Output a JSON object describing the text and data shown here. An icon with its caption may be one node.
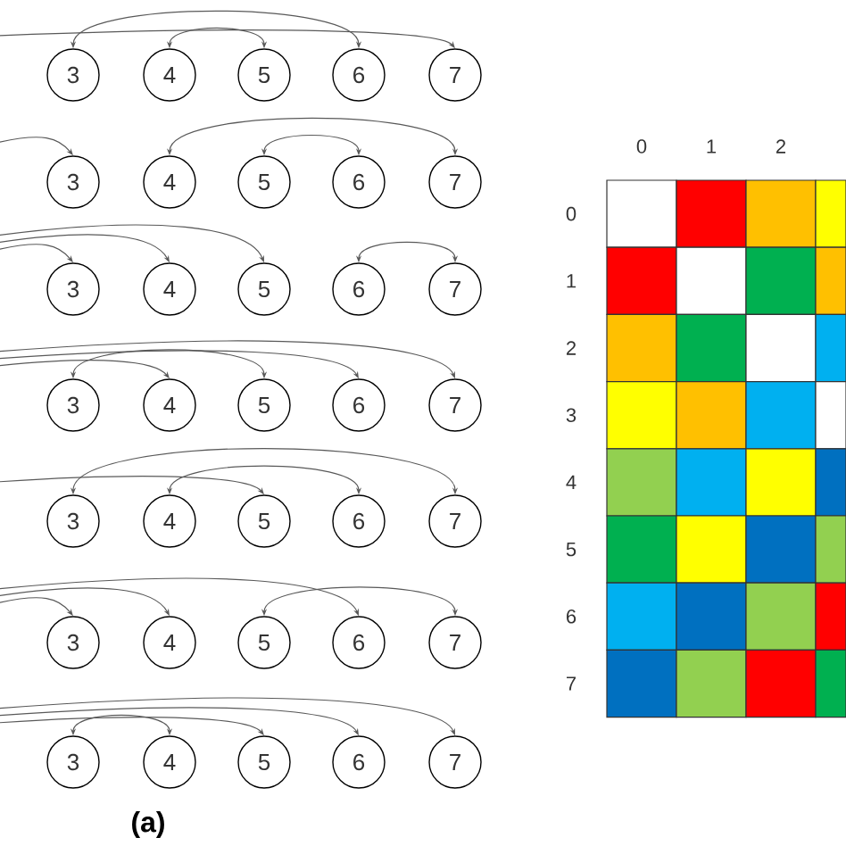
{
  "diagram": {
    "nodes": [
      {
        "text": [
          "3"
        ]
      },
      {
        "text": [
          "4"
        ]
      },
      {
        "text": [
          "5"
        ]
      },
      {
        "text": [
          "6"
        ]
      },
      {
        "text": [
          "7"
        ]
      },
      {
        "text": [
          "3"
        ]
      },
      {
        "text": [
          "4"
        ]
      },
      {
        "text": [
          "5"
        ]
      },
      {
        "text": [
          "6"
        ]
      },
      {
        "text": [
          "7"
        ]
      },
      {
        "text": [
          "3"
        ]
      },
      {
        "text": [
          "4"
        ]
      },
      {
        "text": [
          "5"
        ]
      },
      {
        "text": [
          "6"
        ]
      },
      {
        "text": [
          "7"
        ]
      },
      {
        "text": [
          "3"
        ]
      },
      {
        "text": [
          "4"
        ]
      },
      {
        "text": [
          "5"
        ]
      },
      {
        "text": [
          "6"
        ]
      },
      {
        "text": [
          "7"
        ]
      },
      {
        "text": [
          "3"
        ]
      },
      {
        "text": [
          "4"
        ]
      },
      {
        "text": [
          "5"
        ]
      },
      {
        "text": [
          "6"
        ]
      },
      {
        "text": [
          "7"
        ]
      },
      {
        "text": [
          "3"
        ]
      },
      {
        "text": [
          "4"
        ]
      },
      {
        "text": [
          "5"
        ]
      },
      {
        "text": [
          "6"
        ]
      },
      {
        "text": [
          "7"
        ]
      },
      {
        "text": [
          "3"
        ]
      },
      {
        "text": [
          "4"
        ]
      },
      {
        "text": [
          "5"
        ]
      },
      {
        "text": [
          "6"
        ]
      },
      {
        "text": [
          "7"
        ]
      }
    ],
    "edges": [
      {
        "from": 0,
        "to": 3,
        "arrow": "both"
      },
      {
        "from": 1,
        "to": 2,
        "arrow": "both"
      },
      {
        "from": null,
        "to": 4,
        "arrow": "to"
      },
      {
        "from": null,
        "to": 5,
        "arrow": "to"
      },
      {
        "from": 6,
        "to": 9,
        "arrow": "both"
      },
      {
        "from": 7,
        "to": 8,
        "arrow": "both"
      },
      {
        "from": null,
        "to": 10,
        "arrow": "to"
      },
      {
        "from": null,
        "to": 11,
        "arrow": "to"
      },
      {
        "from": null,
        "to": 12,
        "arrow": "to"
      },
      {
        "from": 13,
        "to": 14,
        "arrow": "both"
      },
      {
        "from": 15,
        "to": 17,
        "arrow": "both"
      },
      {
        "from": null,
        "to": 16,
        "arrow": "to"
      },
      {
        "from": null,
        "to": 18,
        "arrow": "to"
      },
      {
        "from": null,
        "to": 19,
        "arrow": "to"
      },
      {
        "from": 20,
        "to": 24,
        "arrow": "both"
      },
      {
        "from": 21,
        "to": 23,
        "arrow": "both"
      },
      {
        "from": null,
        "to": 22,
        "arrow": "to"
      },
      {
        "from": null,
        "to": 25,
        "arrow": "to"
      },
      {
        "from": null,
        "to": 26,
        "arrow": "to"
      },
      {
        "from": null,
        "to": 28,
        "arrow": "to"
      },
      {
        "from": 27,
        "to": 29,
        "arrow": "both"
      },
      {
        "from": 30,
        "to": 31,
        "arrow": "both"
      },
      {
        "from": null,
        "to": 32,
        "arrow": "to"
      },
      {
        "from": null,
        "to": 33,
        "arrow": "to"
      },
      {
        "from": null,
        "to": 34,
        "arrow": "to"
      }
    ],
    "labels": [
      "0",
      "1",
      "2",
      "0",
      "1",
      "2",
      "3",
      "4",
      "5",
      "6",
      "7",
      "(a)"
    ]
  }
}
